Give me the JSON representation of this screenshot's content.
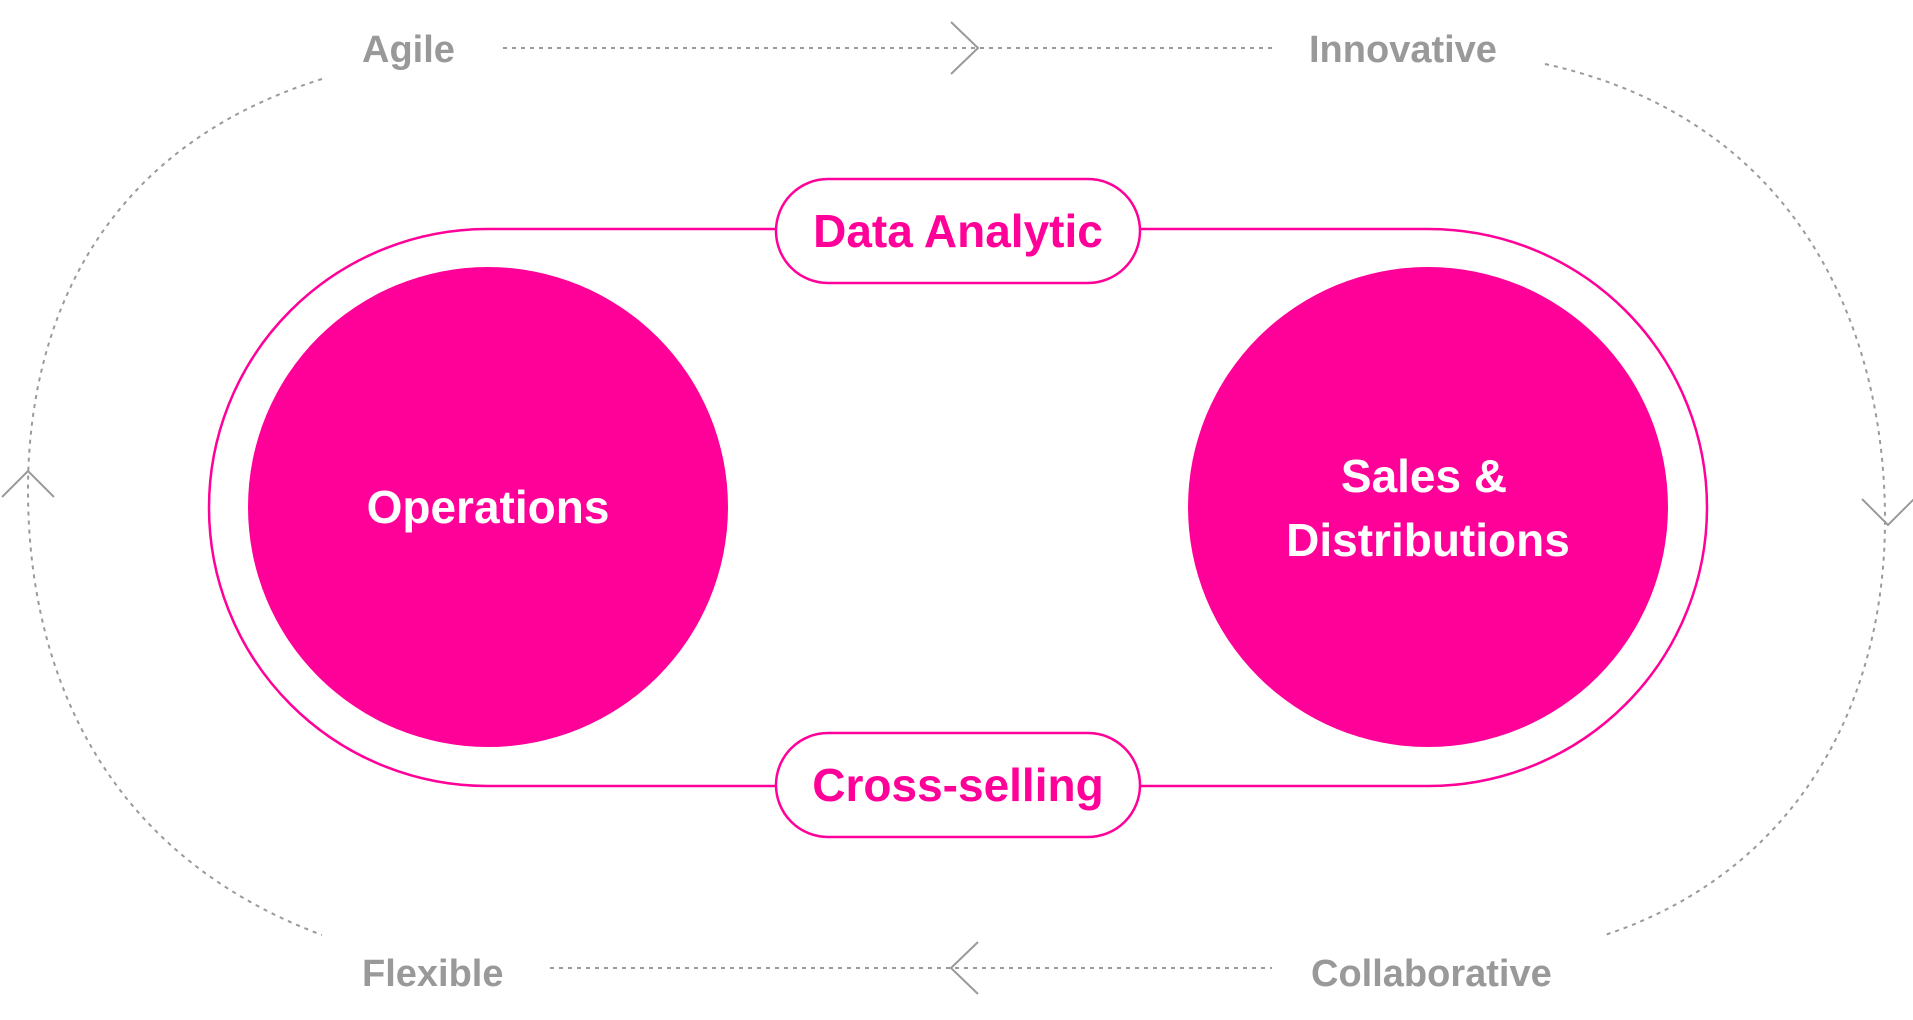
{
  "colors": {
    "accent": "#ff0099",
    "muted_text": "#999999",
    "dotted_line": "#9a9a9a",
    "circle_text": "#ffffff",
    "pill_fill": "#ffffff"
  },
  "outer_cycle": {
    "top_left": "Agile",
    "top_right": "Innovative",
    "bottom_right": "Collaborative",
    "bottom_left": "Flexible"
  },
  "connectors": {
    "top": "Data Analytic",
    "bottom": "Cross-selling"
  },
  "nodes": {
    "left": "Operations",
    "right_line1": "Sales &",
    "right_line2": "Distributions"
  }
}
